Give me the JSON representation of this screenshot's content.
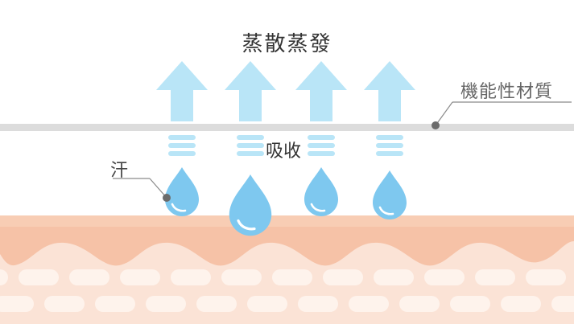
{
  "title": "蒸散蒸發",
  "labels": {
    "material": "機能性材質",
    "absorb": "吸收",
    "sweat": "汗"
  },
  "colors": {
    "arrow": "#b9e5f7",
    "drop_light": "#7ec8ef",
    "drop_dark": "#5ab5e6",
    "fabric": "#dcdcdc",
    "leader": "#6b6b6b",
    "skin_top": "#f8cdb4",
    "skin_layer": "#fbe3d6",
    "skin_wave": "#f4b99d",
    "skin_cells": "#fef3ec"
  },
  "icons": [
    "up-arrow-icon",
    "absorb-lines-icon",
    "water-drop-icon"
  ]
}
